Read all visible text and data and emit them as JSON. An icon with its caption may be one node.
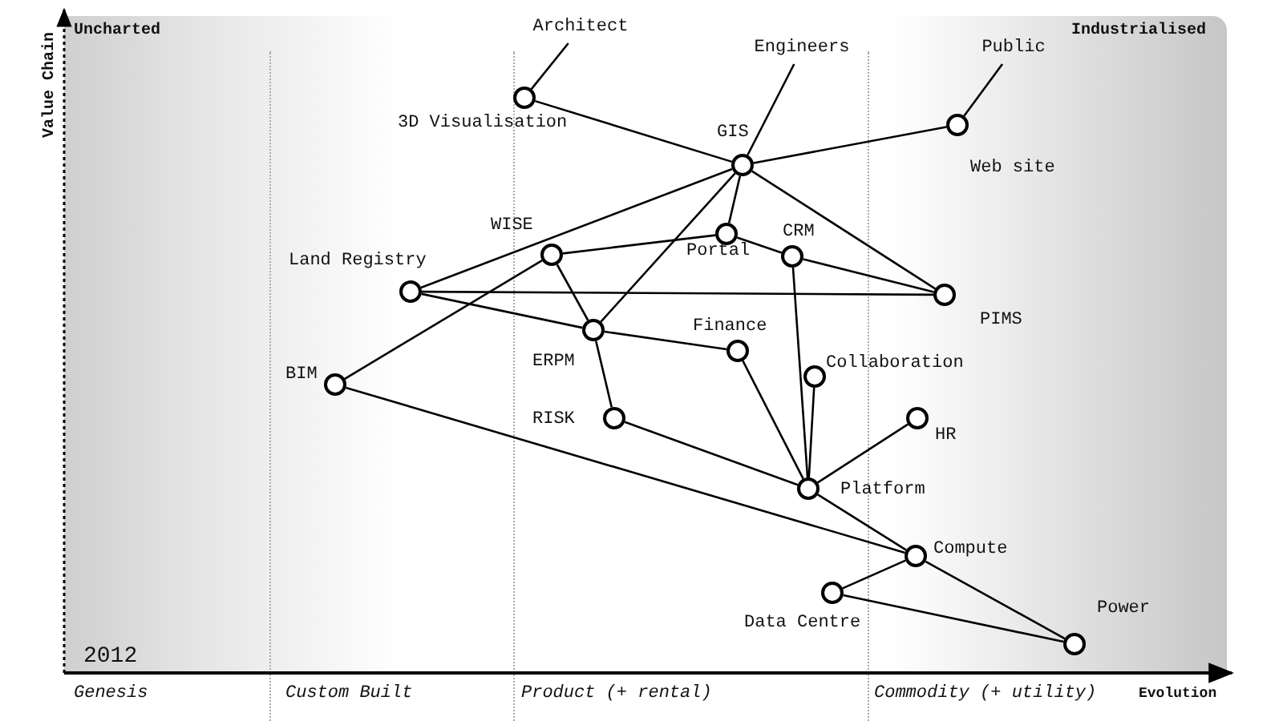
{
  "diagram": {
    "nodes": [
      {
        "text": [
          "Architect"
        ]
      },
      {
        "text": [
          "Engineers"
        ]
      },
      {
        "text": [
          "Public"
        ]
      },
      {
        "text": [],
        "shape": "circle",
        "beside": [
          "3D Visualisation"
        ]
      },
      {
        "text": [],
        "shape": "circle",
        "beside": [
          "GIS"
        ]
      },
      {
        "text": [],
        "shape": "circle",
        "beside": [
          "Web site"
        ]
      },
      {
        "text": [],
        "shape": "circle",
        "beside": [
          "WISE"
        ]
      },
      {
        "text": [],
        "shape": "circle",
        "beside": [
          "Portal"
        ]
      },
      {
        "text": [],
        "shape": "circle",
        "beside": [
          "CRM"
        ]
      },
      {
        "text": [],
        "shape": "circle",
        "beside": [
          "Land Registry"
        ]
      },
      {
        "text": [],
        "shape": "circle",
        "beside": [
          "PIMS"
        ]
      },
      {
        "text": [],
        "shape": "circle",
        "beside": [
          "ERPM"
        ]
      },
      {
        "text": [],
        "shape": "circle",
        "beside": [
          "Finance"
        ]
      },
      {
        "text": [],
        "shape": "circle",
        "beside": [
          "Collaboration"
        ]
      },
      {
        "text": [],
        "shape": "circle",
        "beside": [
          "BIM"
        ]
      },
      {
        "text": [],
        "shape": "circle",
        "beside": [
          "HR"
        ]
      },
      {
        "text": [],
        "shape": "circle",
        "beside": [
          "RISK"
        ]
      },
      {
        "text": [],
        "shape": "circle",
        "beside": [
          "Platform"
        ]
      },
      {
        "text": [],
        "shape": "circle",
        "beside": [
          "Compute"
        ]
      },
      {
        "text": [],
        "shape": "circle",
        "beside": [
          "Data Centre"
        ]
      },
      {
        "text": [],
        "shape": "circle",
        "beside": [
          "Power"
        ]
      }
    ],
    "edges": [
      {
        "from": 0,
        "to": 3,
        "arrow": "none"
      },
      {
        "from": 1,
        "to": 4,
        "arrow": "none"
      },
      {
        "from": 2,
        "to": 5,
        "arrow": "none"
      },
      {
        "from": 3,
        "to": 4,
        "arrow": "none"
      },
      {
        "from": 4,
        "to": 5,
        "arrow": "none"
      },
      {
        "from": 4,
        "to": 7,
        "arrow": "none"
      },
      {
        "from": 4,
        "to": 10,
        "arrow": "none"
      },
      {
        "from": 4,
        "to": 9,
        "arrow": "none"
      },
      {
        "from": 4,
        "to": 11,
        "arrow": "none"
      },
      {
        "from": 6,
        "to": 7,
        "arrow": "none"
      },
      {
        "from": 7,
        "to": 8,
        "arrow": "none"
      },
      {
        "from": 8,
        "to": 10,
        "arrow": "none"
      },
      {
        "from": 9,
        "to": 10,
        "arrow": "none"
      },
      {
        "from": 9,
        "to": 11,
        "arrow": "none"
      },
      {
        "from": 6,
        "to": 11,
        "arrow": "none"
      },
      {
        "from": 6,
        "to": 14,
        "arrow": "none"
      },
      {
        "from": 11,
        "to": 12,
        "arrow": "none"
      },
      {
        "from": 11,
        "to": 16,
        "arrow": "none"
      },
      {
        "from": 12,
        "to": 17,
        "arrow": "none"
      },
      {
        "from": 8,
        "to": 17,
        "arrow": "none"
      },
      {
        "from": 13,
        "to": 17,
        "arrow": "none"
      },
      {
        "from": 16,
        "to": 17,
        "arrow": "none"
      },
      {
        "from": 15,
        "to": 17,
        "arrow": "none"
      },
      {
        "from": 17,
        "to": 18,
        "arrow": "none"
      },
      {
        "from": 14,
        "to": 18,
        "arrow": "none"
      },
      {
        "from": 18,
        "to": 19,
        "arrow": "none"
      },
      {
        "from": 18,
        "to": 20,
        "arrow": "none"
      },
      {
        "from": 19,
        "to": 20,
        "arrow": "none"
      }
    ],
    "labels": [
      "Value Chain",
      "Uncharted",
      "Industrialised",
      "2012",
      "Genesis",
      "Custom Built",
      "Product (+ rental)",
      "Commodity (+ utility)",
      "Evolution"
    ]
  }
}
